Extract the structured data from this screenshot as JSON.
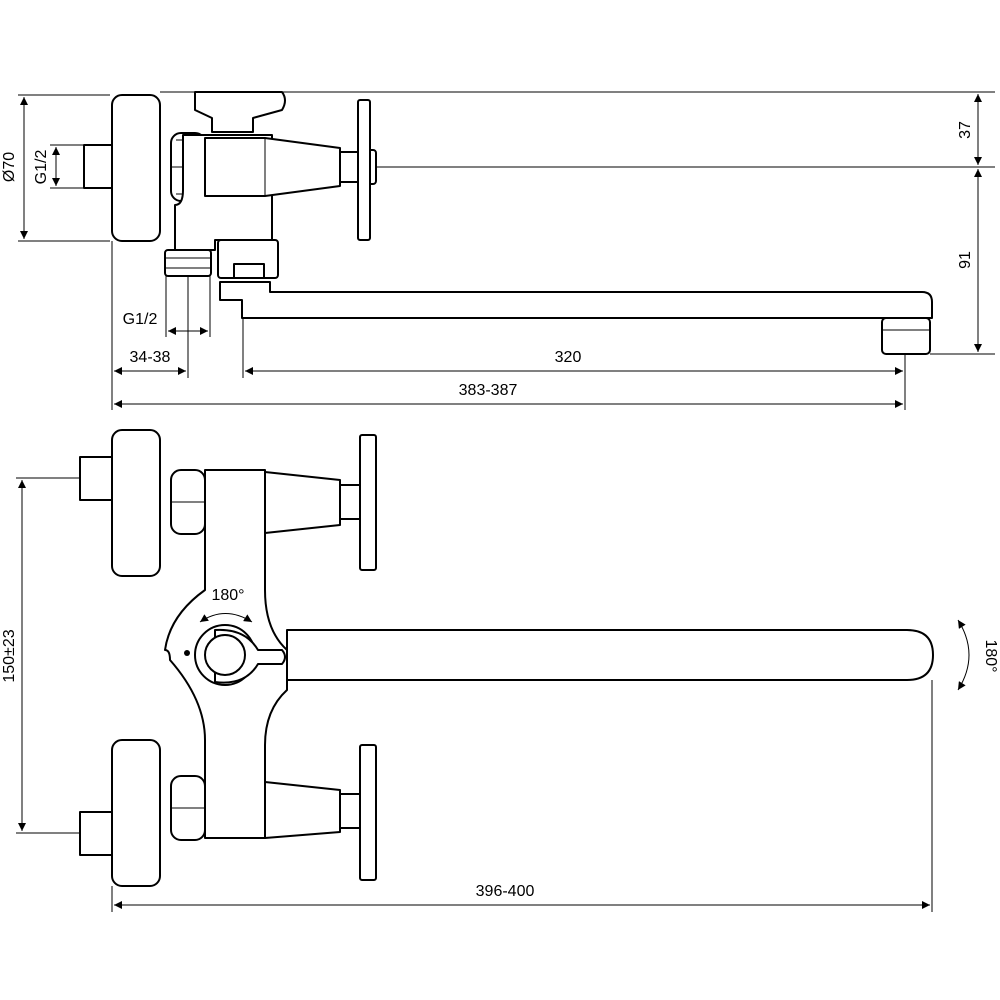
{
  "dimensions": {
    "flange_diameter": "Ø70",
    "inlet_thread_top": "G1/2",
    "height_top": "37",
    "height_spout": "91",
    "outlet_thread": "G1/2",
    "offset_width": "34-38",
    "spout_length": "320",
    "overall_top": "383-387",
    "rotation_handle": "180°",
    "rotation_spout": "180°",
    "centre_distance": "150±23",
    "overall_front": "396-400"
  }
}
